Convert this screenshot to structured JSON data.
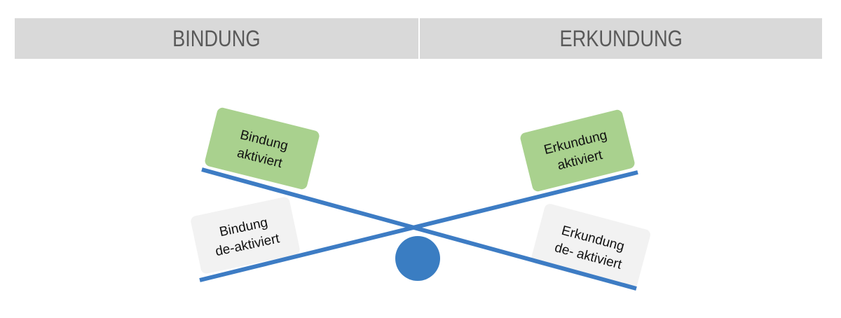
{
  "header": {
    "left": "BINDUNG",
    "right": "ERKUNDUNG"
  },
  "boxes": {
    "bindung_aktiv": {
      "line1": "Bindung",
      "line2": "aktiviert"
    },
    "erkundung_aktiv": {
      "line1": "Erkundung",
      "line2": "aktiviert"
    },
    "bindung_deaktiv": {
      "line1": "Bindung",
      "line2": "de-aktiviert"
    },
    "erkundung_deaktiv": {
      "line1": "Erkundung",
      "line2": "de- aktiviert"
    }
  },
  "colors": {
    "header_bg": "#d9d9d9",
    "header_text": "#595959",
    "active": "#a9d18e",
    "inactive": "#f2f2f2",
    "beam": "#3d7cc4"
  }
}
